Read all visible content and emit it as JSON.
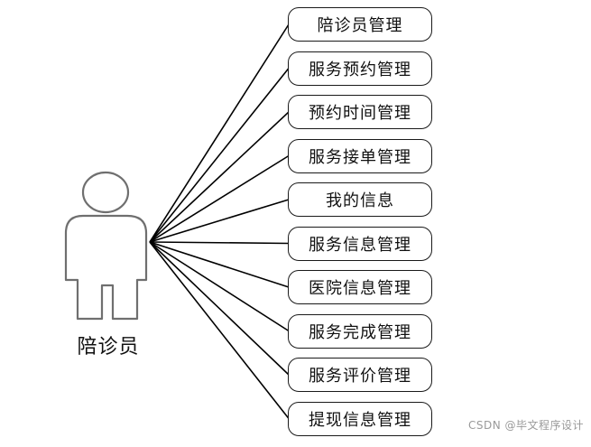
{
  "actor": {
    "label": "陪诊员",
    "icon": "person-icon"
  },
  "use_cases": [
    {
      "label": "陪诊员管理"
    },
    {
      "label": "服务预约管理"
    },
    {
      "label": "预约时间管理"
    },
    {
      "label": "服务接单管理"
    },
    {
      "label": "我的信息"
    },
    {
      "label": "服务信息管理"
    },
    {
      "label": "医院信息管理"
    },
    {
      "label": "服务完成管理"
    },
    {
      "label": "服务评价管理"
    },
    {
      "label": "提现信息管理"
    }
  ],
  "watermark": "CSDN @毕文程序设计"
}
